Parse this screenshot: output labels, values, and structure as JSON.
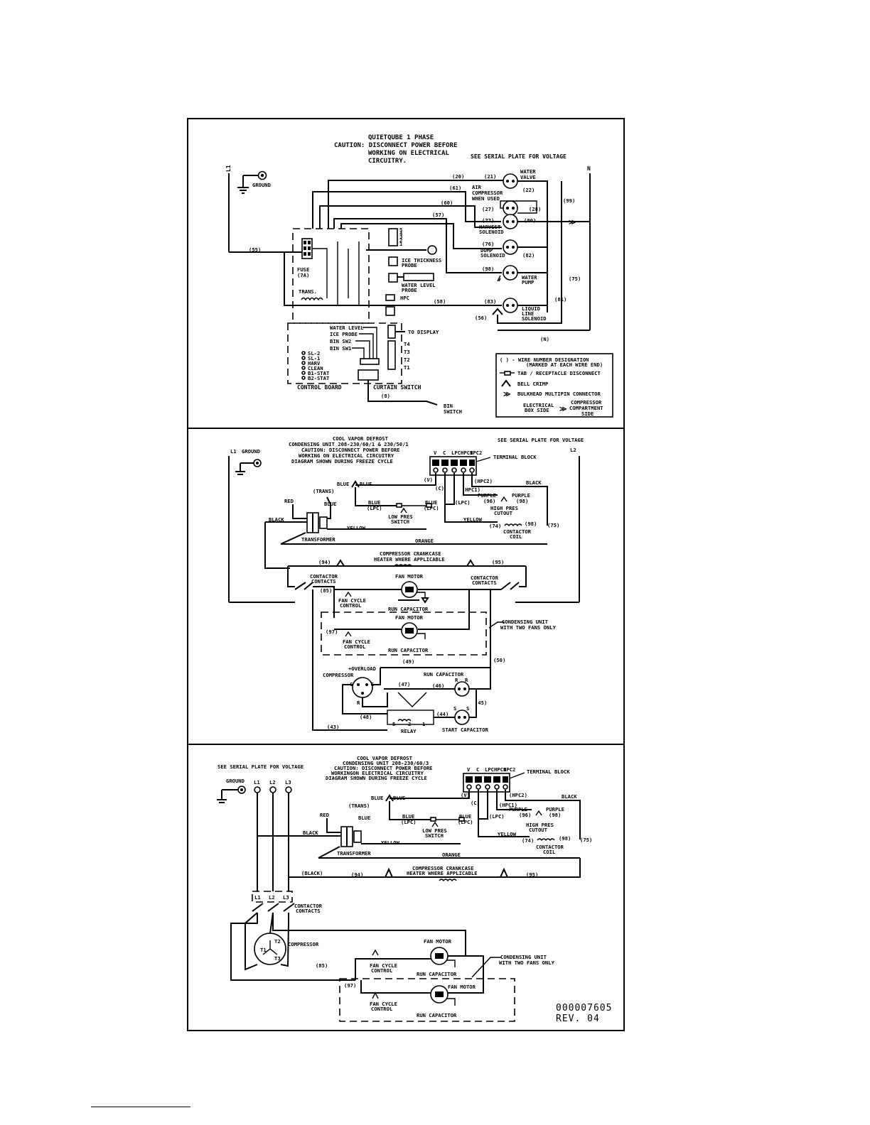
{
  "panel1": {
    "title1": "QUIETQUBE 1 PHASE",
    "caution1": "CAUTION: DISCONNECT POWER BEFORE",
    "caution2": "WORKING ON ELECTRICAL",
    "caution3": "CIRCUITRY.",
    "serial": "SEE SERIAL PLATE FOR VOLTAGE",
    "l1": "L1",
    "n": "N",
    "ground": "GROUND",
    "water_valve": [
      "WATER",
      "VALVE"
    ],
    "air_compressor": [
      "AIR",
      "COMPRESSOR",
      "WHEN USED"
    ],
    "harvest_solenoid": [
      "HARVEST",
      "SOLENOID"
    ],
    "dump_solenoid": [
      "DUMP",
      "SOLENOID"
    ],
    "water_pump": [
      "WATER",
      "PUMP"
    ],
    "liquid_line_solenoid": [
      "LIQUID",
      "LINE",
      "SOLENOID"
    ],
    "fuse": [
      "FUSE",
      "(7A)"
    ],
    "trans": "TRANS.",
    "ice_thickness_probe": [
      "ICE THICKNESS",
      "PROBE"
    ],
    "water_level_probe": [
      "WATER LEVEL",
      "PROBE"
    ],
    "hpc": "HPC",
    "hpc_pins": [
      "5",
      "4",
      "3",
      "2",
      "1"
    ],
    "to_display": "TO DISPLAY",
    "inputs": [
      "WATER LEVEL",
      "ICE PROBE",
      "BIN SW2",
      "BIN SW1"
    ],
    "thermistors": [
      "T4",
      "T3",
      "T2",
      "T1"
    ],
    "leds": [
      "SL-2",
      "SL-1",
      "HARV",
      "CLEAN",
      "B1-STAT",
      "B2-STAT"
    ],
    "control_board": "CONTROL BOARD",
    "curtain_switch": "CURTAIN SWITCH",
    "bin_switch": [
      "BIN",
      "SWITCH"
    ],
    "wires": {
      "w20": "(20)",
      "w21": "(21)",
      "w22": "(22)",
      "w61": "(61)",
      "w60": "(60)",
      "w27": "(27)",
      "w28": "(28)",
      "w57": "(57)",
      "w77": "(77)",
      "w80": "(80)",
      "w99": "(99)",
      "w55": "(55)",
      "w76": "(76)",
      "w82": "(82)",
      "w98": "(98)",
      "w75": "(75)",
      "w58": "(58)",
      "w83": "(83)",
      "w81": "(81)",
      "w56": "(56)",
      "wN": "(N)",
      "w8": "(8)"
    },
    "legend": {
      "wire_number": [
        "( ) - WIRE NUMBER DESIGNATION",
        "(MARKED AT EACH WIRE END)"
      ],
      "tab": "TAB / RECEPTACLE DISCONNECT",
      "bell": "BELL CRIMP",
      "bulkhead": "BULKHEAD MULTIPIN CONNECTOR",
      "elec_box": [
        "ELECTRICAL",
        "BOX SIDE"
      ],
      "comp_side": [
        "COMPRESSOR",
        "COMPARTMENT",
        "SIDE"
      ]
    }
  },
  "panel2": {
    "title": [
      "COOL VAPOR DEFROST",
      "CONDENSING UNIT 208-230/60/1 & 230/50/1",
      "CAUTION: DISCONNECT POWER BEFORE",
      "WORKING ON ELECTRICAL CIRCUITRY",
      "DIAGRAM SHOWN DURING FREEZE CYCLE"
    ],
    "serial": "SEE SERIAL PLATE FOR VOLTAGE",
    "l1": "L1",
    "ground": "GROUND",
    "l2": "L2",
    "terminals": [
      "V",
      "C",
      "LPC",
      "HPC1",
      "HPC2"
    ],
    "terminal_block": "TERMINAL BLOCK",
    "tv": "(V)",
    "tc": "(C)",
    "hpc1": "(HPC1)",
    "hpc2": "(HPC2)",
    "black": "BLACK",
    "red": "RED",
    "trans": "(TRANS)",
    "blue": "BLUE",
    "lpc": "(LPC)",
    "low_pres": [
      "LOW PRES",
      "SWITCH"
    ],
    "purple": "PURPLE",
    "w96": "(96)",
    "w98": "(98)",
    "high_pres": [
      "HIGH PRES",
      "CUTOUT"
    ],
    "yellow": "YELLOW",
    "w74": "(74)",
    "w75": "(75)",
    "contactor_coil": [
      "CONTACTOR",
      "COIL"
    ],
    "transformer": "TRANSFORMER",
    "orange": "ORANGE",
    "crankcase": [
      "COMPRESSOR CRANKCASE",
      "HEATER WHERE APPLICABLE"
    ],
    "w94": "(94)",
    "w95": "(95)",
    "contactor_contacts": [
      "CONTACTOR",
      "CONTACTS"
    ],
    "w85": "(85)",
    "fan_motor": "FAN MOTOR",
    "fan_cycle": [
      "FAN CYCLE",
      "CONTROL"
    ],
    "run_capacitor": "RUN CAPACITOR",
    "condensing_two": [
      "CONDENSING UNIT",
      "WITH TWO FANS ONLY"
    ],
    "w97": "(97)",
    "w49": "(49)",
    "w50": "(50)",
    "overload": "+OVERLOAD",
    "compressor": "COMPRESSOR",
    "w47": "(47)",
    "w46": "(46)",
    "w45": "(45)",
    "w48": "(48)",
    "w44": "(44)",
    "w43": "(43)",
    "relay": "RELAY",
    "start_capacitor": "START CAPACITOR",
    "c": "C",
    "s": "S",
    "r": "R"
  },
  "panel3": {
    "title": [
      "COOL VAPOR DEFROST",
      "CONDENSING UNIT 208-230/60/3",
      "CAUTION: DISCONNECT POWER BEFORE",
      "WORKINGON ELECTRICAL CIRCUITRY",
      "DIAGRAM SHOWN DURING FREEZE CYCLE"
    ],
    "serial": "SEE SERIAL PLATE FOR VOLTAGE",
    "ground": "GROUND",
    "lines": [
      "L1",
      "L2",
      "L3"
    ],
    "terminals": [
      "V",
      "C",
      "LPC",
      "HPC1",
      "HPC2"
    ],
    "terminal_block": "TERMINAL BLOCK",
    "black_paren": "(BLACK)",
    "contactor_contacts": [
      "CONTACTOR",
      "CONTACTS"
    ],
    "compressor": "COMPRESSOR",
    "t_labels": [
      "T1",
      "T2",
      "T3"
    ],
    "w85": "(85)",
    "w97": "(97)",
    "w94": "(94)",
    "w95": "(95)"
  },
  "doc_number": "000007605",
  "revision": "REV. 04"
}
